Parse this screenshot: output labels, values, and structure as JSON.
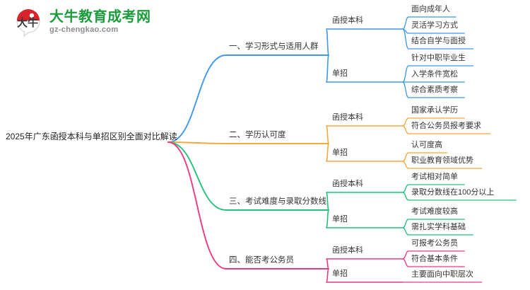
{
  "logo": {
    "mark_text": "大牛",
    "title": "大牛教育成考网",
    "domain": "gz-chengkao.com",
    "title_color": "#1a9c3c",
    "mark_color": "#d8232a"
  },
  "mindmap": {
    "root": "2025年广东函授本科与单招区别全面对比解读",
    "branches": [
      {
        "label": "一、学习形式与适用人群",
        "color": "#3d97ee",
        "groups": [
          {
            "label": "函授本科",
            "leaves": [
              "面向成年人",
              "灵活学习方式",
              "结合自学与面授"
            ]
          },
          {
            "label": "单招",
            "leaves": [
              "针对中职毕业生",
              "入学条件宽松",
              "综合素质考察"
            ]
          }
        ]
      },
      {
        "label": "二、学历认可度",
        "color": "#f2a93b",
        "groups": [
          {
            "label": "函授本科",
            "leaves": [
              "国家承认学历",
              "符合公务员报考要求"
            ]
          },
          {
            "label": "单招",
            "leaves": [
              "认可度高",
              "职业教育领域优势"
            ]
          }
        ]
      },
      {
        "label": "三、考试难度与录取分数线",
        "color": "#21c17a",
        "groups": [
          {
            "label": "函授本科",
            "leaves": [
              "考试相对简单",
              "录取分数线在100分以上"
            ]
          },
          {
            "label": "单招",
            "leaves": [
              "考试难度较高",
              "需扎实学科基础"
            ]
          }
        ]
      },
      {
        "label": "四、能否考公务员",
        "color": "#ec3a82",
        "groups": [
          {
            "label": "函授本科",
            "leaves": [
              "可报考公务员",
              "符合基本条件"
            ]
          },
          {
            "label": "单招",
            "leaves": [
              "主要面向中职层次"
            ]
          }
        ]
      }
    ]
  }
}
